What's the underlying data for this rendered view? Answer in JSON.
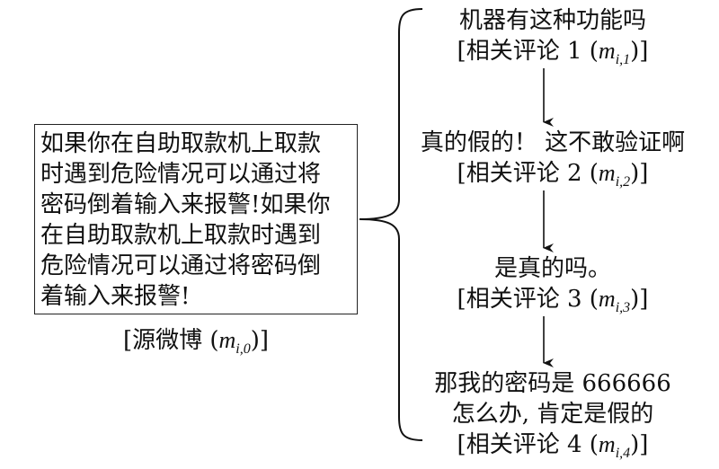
{
  "source": {
    "lines": [
      "如果你在自助取款机上取款",
      "时遇到危险情况可以通过将",
      "密码倒着输入来报警!如果你",
      "在自助取款机上取款时遇到",
      "危险情况可以通过将密码倒",
      "着输入来报警!"
    ],
    "caption_prefix": "[源微博 (",
    "m": "m",
    "sub": "i,0",
    "caption_suffix": ")]"
  },
  "comments": [
    {
      "lines": [
        "机器有这种功能吗"
      ],
      "label_prefix": "[相关评论 1 (",
      "m": "m",
      "sub": "i,1",
      "label_suffix": ")]"
    },
    {
      "lines": [
        "真的假的！ 这不敢验证啊"
      ],
      "label_prefix": "[相关评论 2 (",
      "m": "m",
      "sub": "i,2",
      "label_suffix": ")]"
    },
    {
      "lines": [
        "是真的吗。"
      ],
      "label_prefix": "[相关评论 3 (",
      "m": "m",
      "sub": "i,3",
      "label_suffix": ")]"
    },
    {
      "lines": [
        "那我的密码是 666666",
        "怎么办, 肯定是假的"
      ],
      "label_prefix": "[相关评论 4 (",
      "m": "m",
      "sub": "i,4",
      "label_suffix": ")]"
    }
  ]
}
